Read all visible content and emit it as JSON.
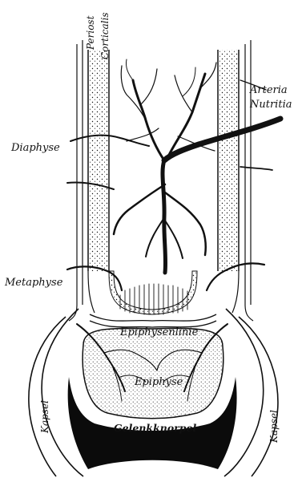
{
  "colors": {
    "ink": "#111111",
    "paper": "#ffffff",
    "cartilage": "#0b0b0b"
  },
  "labels": {
    "periost": "Periost",
    "corticalis": "Corticalis",
    "diaphyse": "Diaphyse",
    "arteria": "Arteria",
    "nutritia": "Nutritia",
    "metaphyse": "Metaphyse",
    "epiphysenlinie": "Epiphysenlinie",
    "epiphyse": "Epiphyse",
    "kapsel_left": "Kapsel",
    "kapsel_right": "Kapsel",
    "gelenkknorpel": "Gelenkknorpel"
  }
}
